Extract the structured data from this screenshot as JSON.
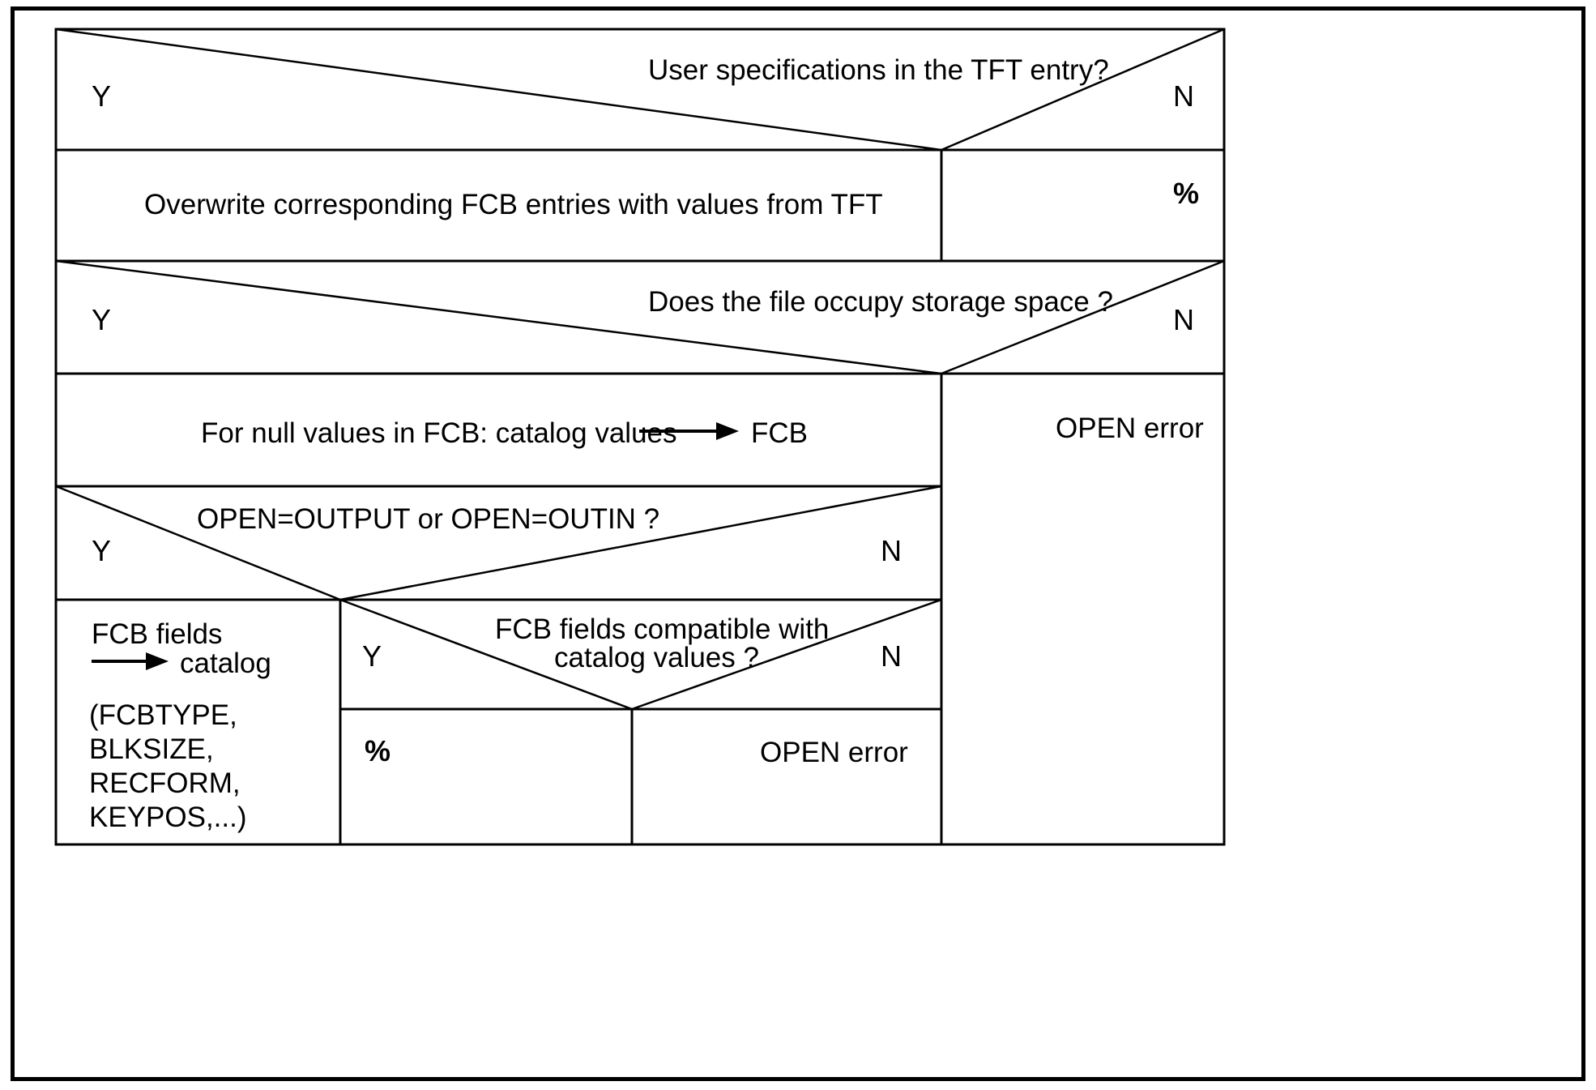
{
  "diagram": {
    "kind": "nassi-shneiderman-structogram",
    "border_color": "#000000",
    "line_color": "#000000",
    "background": "#ffffff",
    "text_color": "#000000"
  },
  "rows": {
    "decision1": {
      "question": "User specifications in the TFT entry?",
      "yes_label": "Y",
      "no_label": "N"
    },
    "action1": {
      "text": "Overwrite corresponding FCB entries with values from TFT",
      "no_branch_symbol": "%"
    },
    "decision2": {
      "question": "Does the file occupy storage space ?",
      "yes_label": "Y",
      "no_label": "N"
    },
    "action2": {
      "prefix": "For null values in FCB: catalog values",
      "arrow": "→",
      "suffix": "FCB"
    },
    "decision3": {
      "question": "OPEN=OUTPUT or OPEN=OUTIN ?",
      "yes_label": "Y",
      "no_label": "N"
    },
    "action3": {
      "line1": "FCB fields",
      "arrow": "→",
      "line2": "catalog",
      "details": "(FCBTYPE,\nBLKSIZE,\nRECFORM,\nKEYPOS,...)"
    },
    "decision4": {
      "question_line1": "FCB fields compatible with",
      "question_line2": "catalog values ?",
      "yes_label": "Y",
      "no_label": "N"
    },
    "terminals": {
      "empty_symbol": "%",
      "open_error_inner": "OPEN error",
      "open_error_outer": "OPEN error"
    }
  }
}
